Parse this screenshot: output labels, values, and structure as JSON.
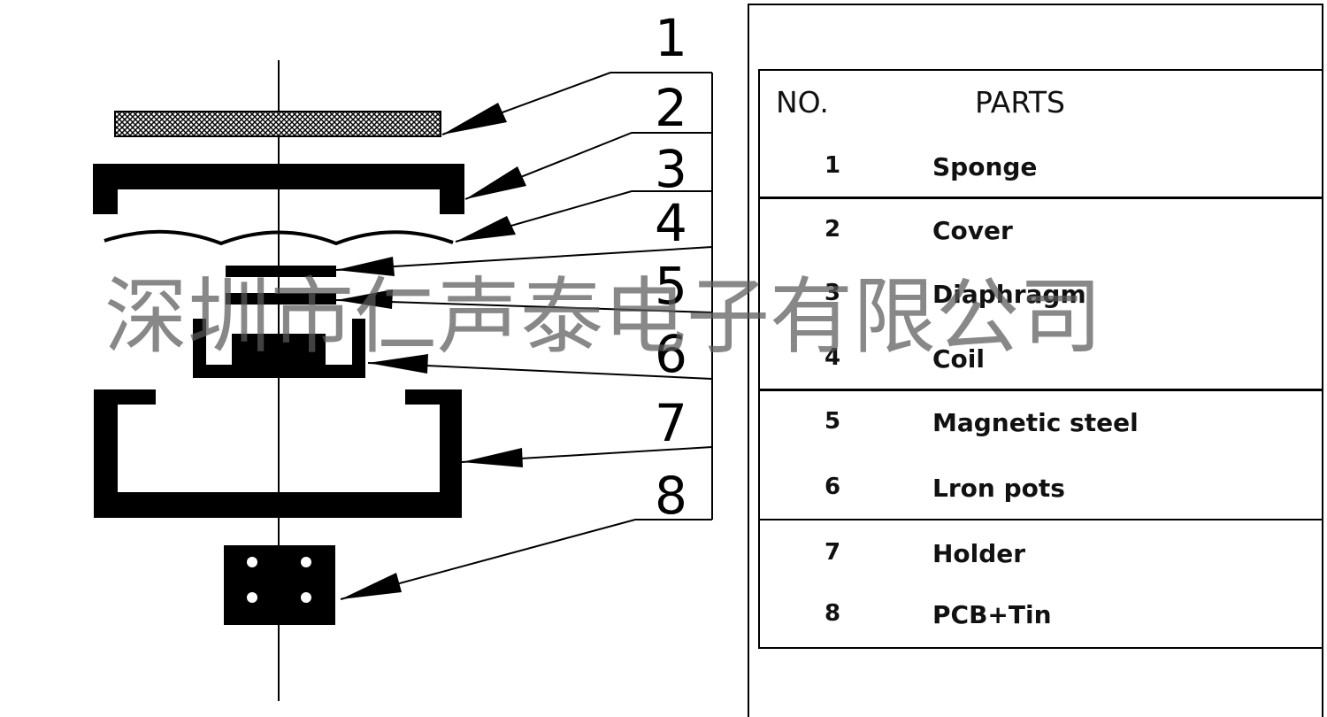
{
  "watermark": "深圳市仁声泰电子有限公司",
  "callouts": [
    "1",
    "2",
    "3",
    "4",
    "5",
    "6",
    "7",
    "8"
  ],
  "table": {
    "headers": {
      "no": "NO.",
      "parts": "PARTS"
    },
    "rows": [
      {
        "no": "1",
        "part": "Sponge"
      },
      {
        "no": "2",
        "part": "Cover"
      },
      {
        "no": "3",
        "part": "Diaphragm"
      },
      {
        "no": "4",
        "part": "Coil"
      },
      {
        "no": "5",
        "part": "Magnetic steel"
      },
      {
        "no": "6",
        "part": "Lron pots"
      },
      {
        "no": "7",
        "part": "Holder"
      },
      {
        "no": "8",
        "part": "PCB+Tin"
      }
    ]
  },
  "colors": {
    "ink": "#000000",
    "watermark": "#5a5a5a",
    "background": "#ffffff"
  }
}
